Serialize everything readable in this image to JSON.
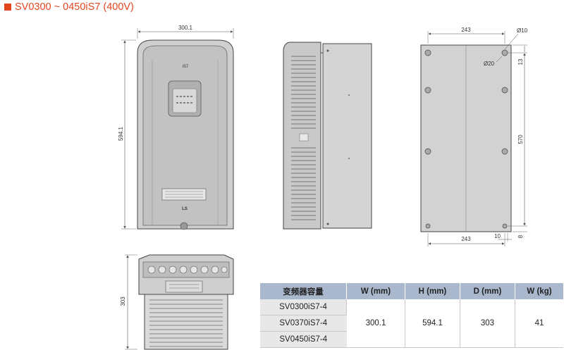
{
  "heading": "SV0300 ~ 0450iS7 (400V)",
  "front_view": {
    "width_label": "300.1",
    "height_label": "594.1",
    "brand_mark": "iS7",
    "maker_logo": "LS"
  },
  "back_view": {
    "top_width_label": "243",
    "bottom_width_label": "243",
    "hole_small_label": "Ø10",
    "hole_large_label": "Ø20",
    "top_offset_label": "13",
    "mount_height_label": "570",
    "bottom_offset_label": "10",
    "bottom_right_label": "8"
  },
  "top_view": {
    "depth_label": "303"
  },
  "spec_table": {
    "headers": [
      "变频器容量",
      "W (mm)",
      "H (mm)",
      "D (mm)",
      "W (kg)"
    ],
    "models": [
      "SV0300iS7-4",
      "SV0370iS7-4",
      "SV0450iS7-4"
    ],
    "width": "300.1",
    "height": "594.1",
    "depth": "303",
    "weight": "41"
  },
  "colors": {
    "accent": "#e2461f",
    "table_header": "#a9b8cd",
    "body_fill": "#c9c9c9"
  }
}
